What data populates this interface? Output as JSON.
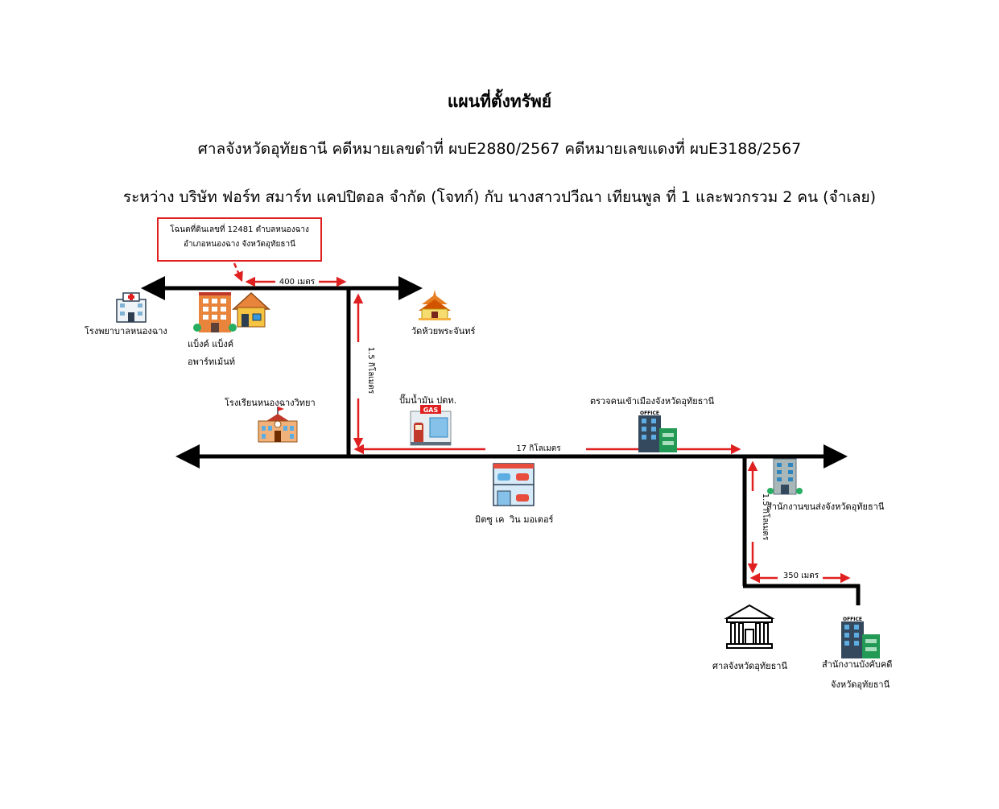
{
  "titles": {
    "main": "แผนที่ตั้งทรัพย์",
    "case": "ศาลจังหวัดอุทัยธานี คดีหมายเลขดำที่ ผบE2880/2567 คดีหมายเลขแดงที่ ผบE3188/2567",
    "parties": "ระหว่าง บริษัท ฟอร์ท สมาร์ท แคปปิตอล จำกัด (โจทก์) กับ นางสาวปวีณา เทียนพูล ที่ 1 และพวกรวม 2 คน (จำเลย)"
  },
  "deed_box": {
    "line1": "โฉนดที่ดินเลขที่ 12481 ตำบลหนองฉาง",
    "line2": "อำเภอหนองฉาง จังหวัดอุทัยธานี"
  },
  "distances": {
    "top_road": "400 เมตร",
    "vertical_left": "1.5 กิโลเมตร",
    "main_road": "17 กิโลเมตร",
    "vertical_right": "1.5 กิโลเมตร",
    "bottom_road": "350 เมตร"
  },
  "places": {
    "hospital": "โรงพยาบาลหนองฉาง",
    "apartment_line1": "แบ็งค์ แบ็งค์",
    "apartment_line2": "อพาร์ทเม้นท์",
    "temple": "วัดห้วยพระจันทร์",
    "school": "โรงเรียนหนองฉางวิทยา",
    "gas_station": "ปั๊มน้ำมัน ปตท.",
    "immigration": "ตรวจคนเข้าเมืองจังหวัดอุทัยธานี",
    "car_shop_left": "มิตซู เค",
    "car_shop_right": "วิน มอเตอร์",
    "transport_office": "สำนักงานขนส่งจังหวัดอุทัยธานี",
    "court": "ศาลจังหวัดอุทัยธานี",
    "enforcement_line1": "สำนักงานบังคับคดี",
    "enforcement_line2": "จังหวัดอุทัยธานี"
  },
  "icon_text": {
    "gas_sign": "GAS",
    "office_sign": "OFFICE"
  },
  "colors": {
    "road": "#000000",
    "arrow": "#e02020",
    "deed_border": "#e02020"
  }
}
